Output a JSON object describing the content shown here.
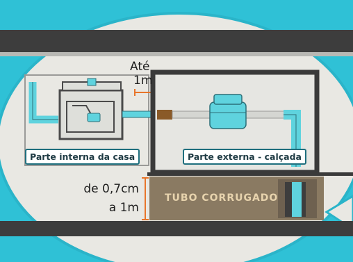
{
  "labels": {
    "ate": "Até",
    "one_m": "1m",
    "internal": "Parte interna da casa",
    "external": "Parte externa - calçada",
    "depth_line1": "de 0,7cm",
    "depth_line2": "a 1m",
    "tube": "TUBO CORRUGADO"
  },
  "colors": {
    "background": "#2fc1d6",
    "bubble": "#e9e8e3",
    "bubble_border": "#2ab4c9",
    "pipe": "#5fd3de",
    "dark_frame": "#3a3a3a",
    "dimension": "#e8752a",
    "tube_panel": "#8a7a62"
  }
}
